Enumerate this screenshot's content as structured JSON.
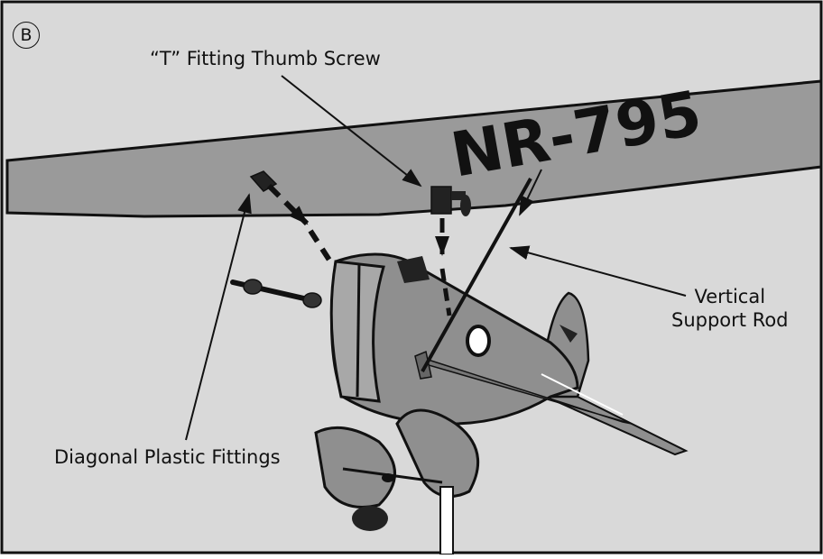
{
  "figure": {
    "step": "B",
    "wing_registration": "NR-795",
    "labels": {
      "t_fitting": "“T” Fitting Thumb Screw",
      "vertical_rod_line1": "Vertical",
      "vertical_rod_line2": "Support Rod",
      "diagonal_fittings": "Diagonal Plastic Fittings"
    }
  },
  "colors": {
    "background": "#d9d9d9",
    "wing": "#9a9a9a",
    "fuselage": "#8f8f8f",
    "outline": "#111111"
  }
}
